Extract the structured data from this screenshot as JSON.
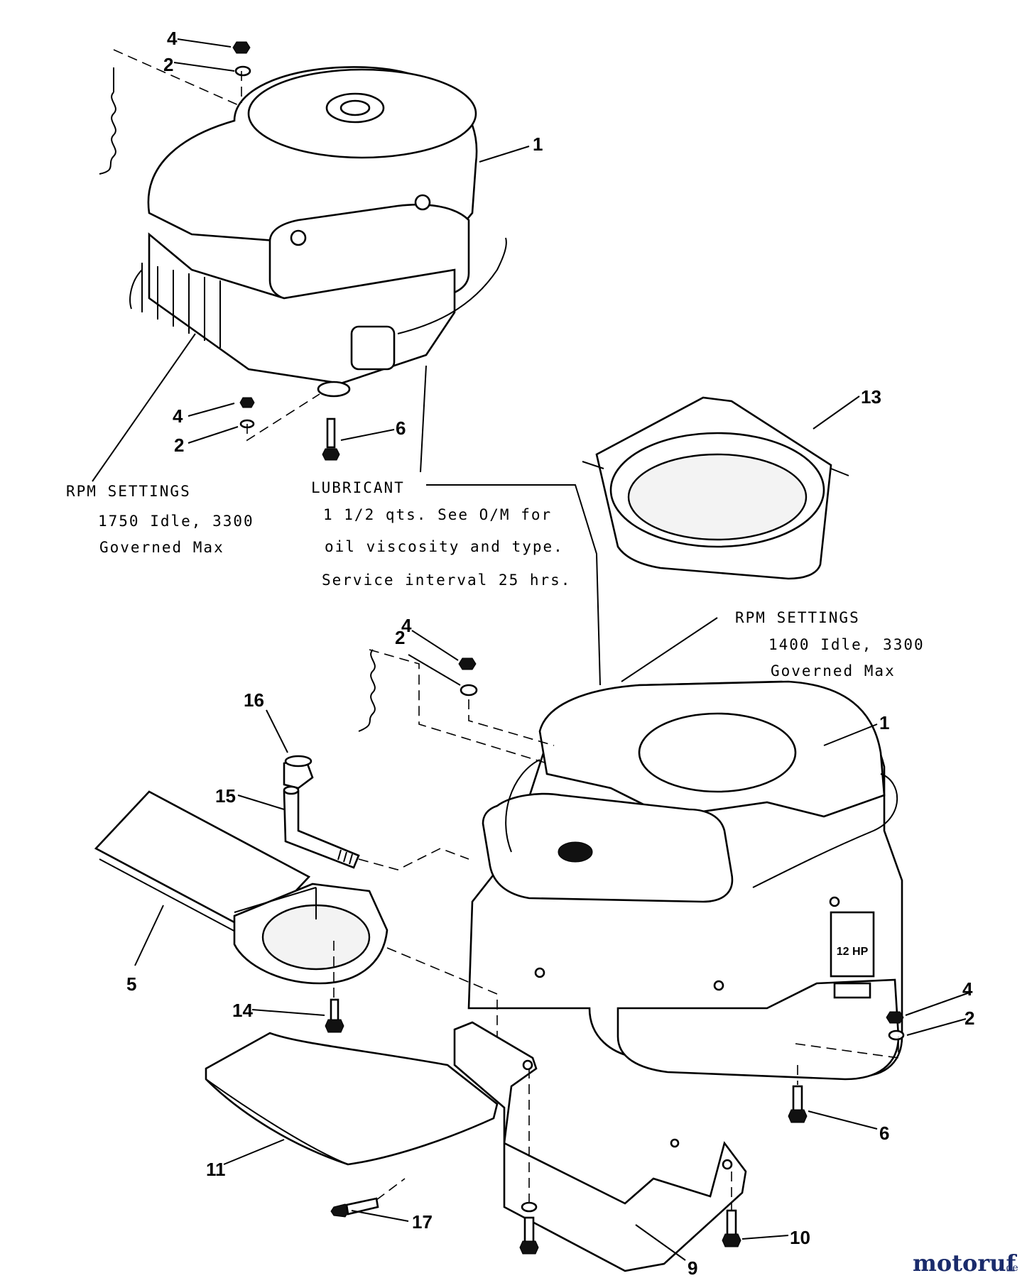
{
  "notes": {
    "rpm_top": {
      "title": "RPM SETTINGS",
      "line1": "1750 Idle, 3300",
      "line2": "Governed Max"
    },
    "lubricant": {
      "title": "LUBRICANT",
      "line1": "1 1/2 qts. See O/M for",
      "line2": "oil viscosity and type.",
      "line3": "Service interval 25 hrs."
    },
    "rpm_bottom": {
      "title": "RPM SETTINGS",
      "line1": "1400 Idle, 3300",
      "line2": "Governed Max"
    }
  },
  "callouts": [
    "4",
    "2",
    "1",
    "4",
    "2",
    "6",
    "13",
    "4",
    "2",
    "16",
    "15",
    "1",
    "5",
    "14",
    "4",
    "2",
    "6",
    "11",
    "17",
    "9",
    "10"
  ],
  "engine_badge": "12 HP",
  "watermark": {
    "brand": "motoruf",
    "suffix": ".de"
  }
}
